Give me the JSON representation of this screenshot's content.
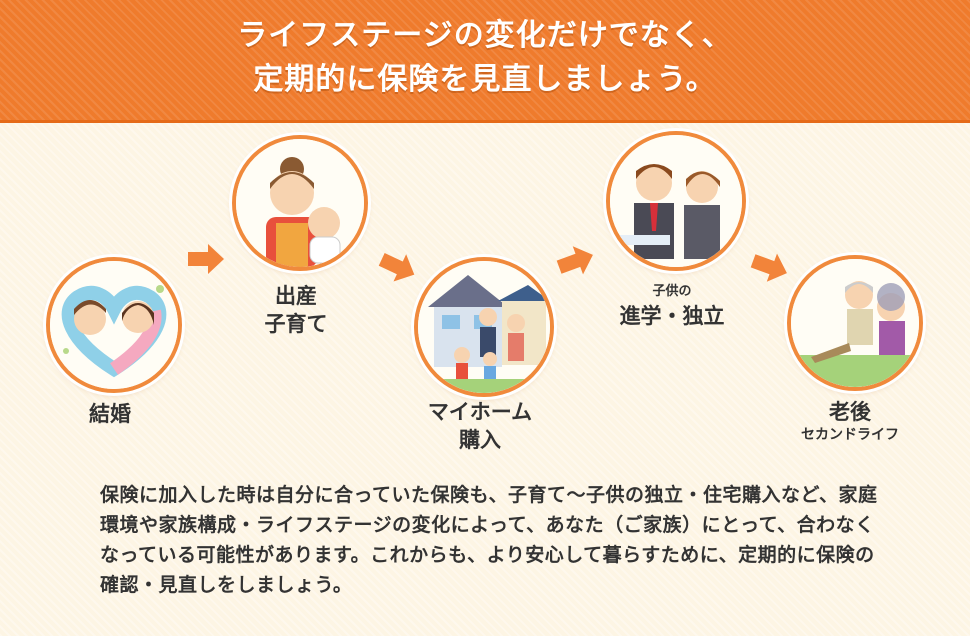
{
  "header": {
    "title": "ライフステージの変化だけでなく、\n定期的に保険を見直しましょう。"
  },
  "stages": [
    {
      "label": "結婚",
      "sublabel": "",
      "illustration": "couple-heart-illustration"
    },
    {
      "label": "出産\n子育て",
      "sublabel": "",
      "illustration": "mother-baby-illustration"
    },
    {
      "label": "マイホーム\n購入",
      "sublabel": "",
      "illustration": "family-house-illustration"
    },
    {
      "label": "進学・独立",
      "sublabel": "子供の",
      "illustration": "young-professionals-illustration"
    },
    {
      "label": "老後",
      "sublabel": "セカンドライフ",
      "illustration": "elderly-couple-illustration"
    }
  ],
  "body": {
    "text": "保険に加入した時は自分に合っていた保険も、子育て〜子供の独立・住宅購入など、家庭環境や家族構成・ライフステージの変化によって、あなた（ご家族）にとって、合わなくなっている可能性があります。これからも、より安心して暮らすために、定期的に保険の確認・見直しをしましょう。"
  },
  "colors": {
    "header_orange": "#ef7b2c",
    "circle_border": "#f08a3c",
    "arrow": "#f2843a",
    "background": "#fdf5e4",
    "text": "#333333"
  }
}
